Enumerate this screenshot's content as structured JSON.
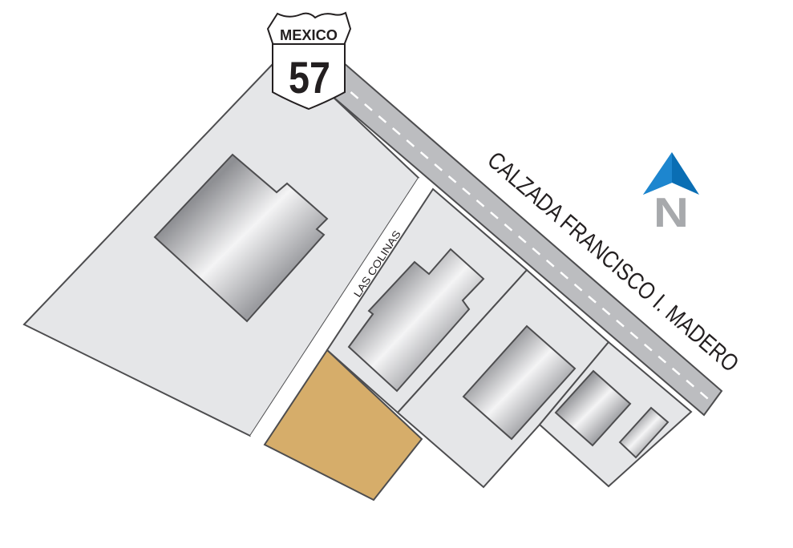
{
  "shield": {
    "label": "MEXICO",
    "number": "57"
  },
  "roads": {
    "main": "CALZADA FRANCISCO I. MADERO",
    "side": "LAS COLINAS"
  },
  "compass": {
    "letter": "N"
  },
  "colors": {
    "lot": "#e5e6e8",
    "road": "#bcbdc0",
    "highlight_lot": "#d6ad6a",
    "outline": "#4d4d4f",
    "compass_arrow": "#0a6eb4",
    "compass_letter": "#a7a9ac"
  }
}
